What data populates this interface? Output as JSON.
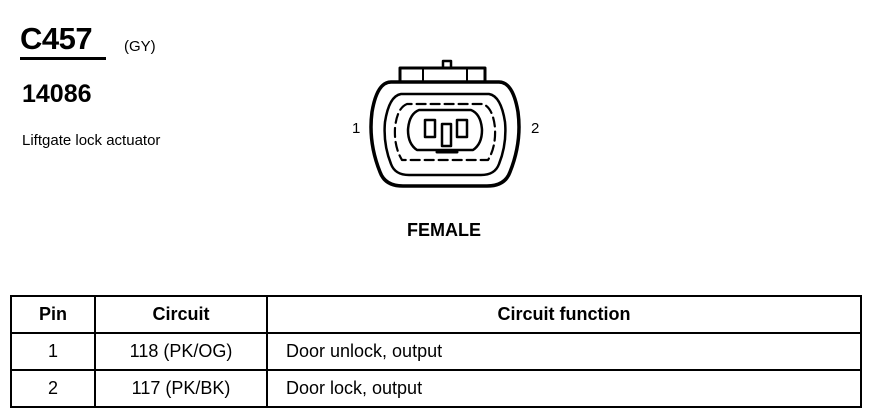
{
  "connector": {
    "id": "C457",
    "color": "(GY)",
    "part_number": "14086",
    "description": "Liftgate lock actuator"
  },
  "diagram": {
    "pin_left_label": "1",
    "pin_right_label": "2",
    "gender": "FEMALE"
  },
  "table": {
    "headers": {
      "pin": "Pin",
      "circuit": "Circuit",
      "function": "Circuit function"
    },
    "rows": [
      {
        "pin": "1",
        "circuit": "118 (PK/OG)",
        "function": "Door unlock, output"
      },
      {
        "pin": "2",
        "circuit": "117 (PK/BK)",
        "function": "Door lock, output"
      }
    ]
  }
}
